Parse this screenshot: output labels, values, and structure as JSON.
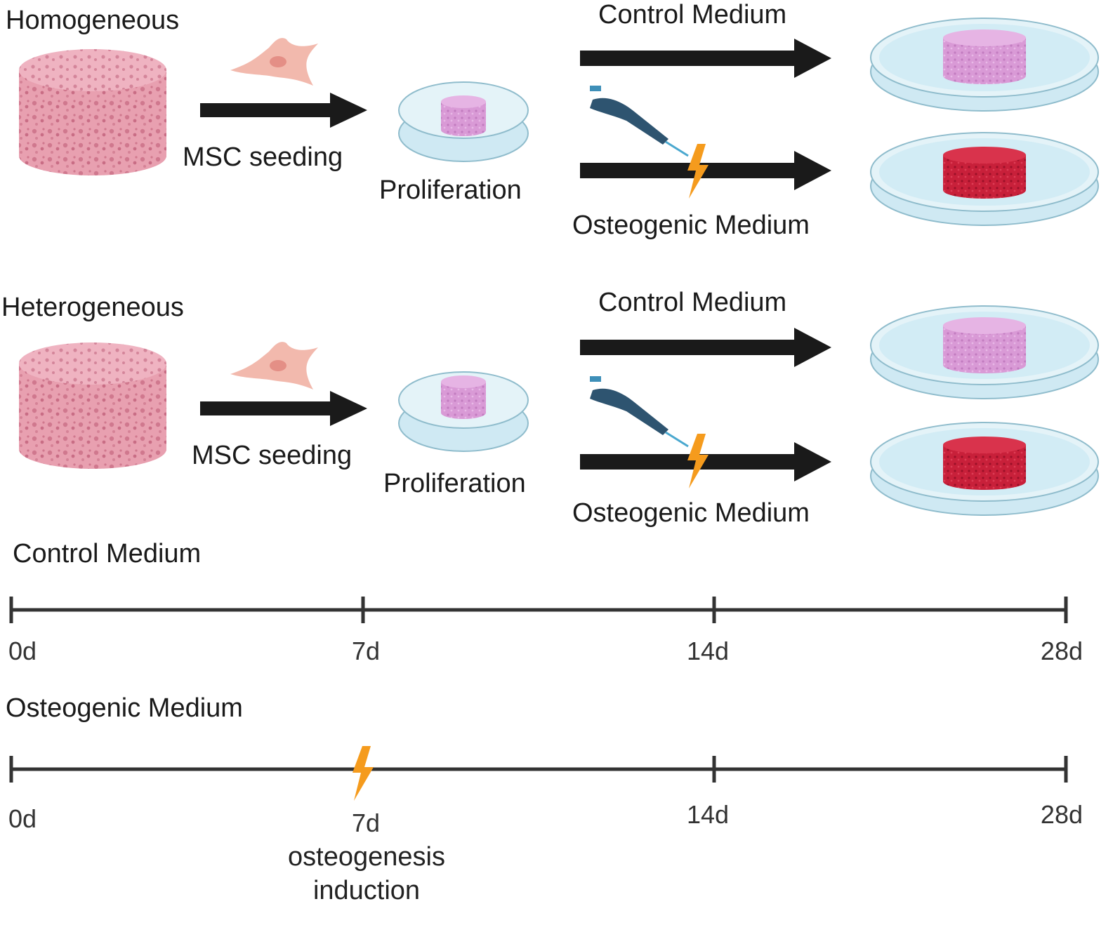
{
  "rows": [
    {
      "title": "Homogeneous",
      "seeding_label": "MSC seeding",
      "proliferation_label": "Proliferation",
      "control_label": "Control Medium",
      "osteogenic_label": "Osteogenic Medium"
    },
    {
      "title": "Heterogeneous",
      "seeding_label": "MSC seeding",
      "proliferation_label": "Proliferation",
      "control_label": "Control Medium",
      "osteogenic_label": "Osteogenic Medium"
    }
  ],
  "timelines": [
    {
      "title": "Control Medium",
      "ticks": [
        {
          "day": 0,
          "label": "0d"
        },
        {
          "day": 7,
          "label": "7d"
        },
        {
          "day": 14,
          "label": "14d"
        },
        {
          "day": 28,
          "label": "28d"
        }
      ]
    },
    {
      "title": "Osteogenic Medium",
      "ticks": [
        {
          "day": 0,
          "label": "0d"
        },
        {
          "day": 7,
          "label": "7d"
        },
        {
          "day": 14,
          "label": "14d"
        },
        {
          "day": 28,
          "label": "28d"
        }
      ],
      "induction_label_line1": "osteogenesis",
      "induction_label_line2": "induction"
    }
  ],
  "colors": {
    "scaffold_pink": "#e8a0b0",
    "proliferation_pink": "#d9a0d8",
    "control_scaffold": "#d99ad6",
    "osteogenic_scaffold": "#c8203a",
    "dish": "#cfe9f3",
    "arrow": "#1a1a1a",
    "lightning": "#f59b1d",
    "pipette": "#2e5470",
    "cell": "#f2b9ad"
  },
  "icons": [
    "scaffold-icon",
    "msc-cell-icon",
    "petri-dish-icon",
    "pipette-icon",
    "lightning-icon"
  ]
}
